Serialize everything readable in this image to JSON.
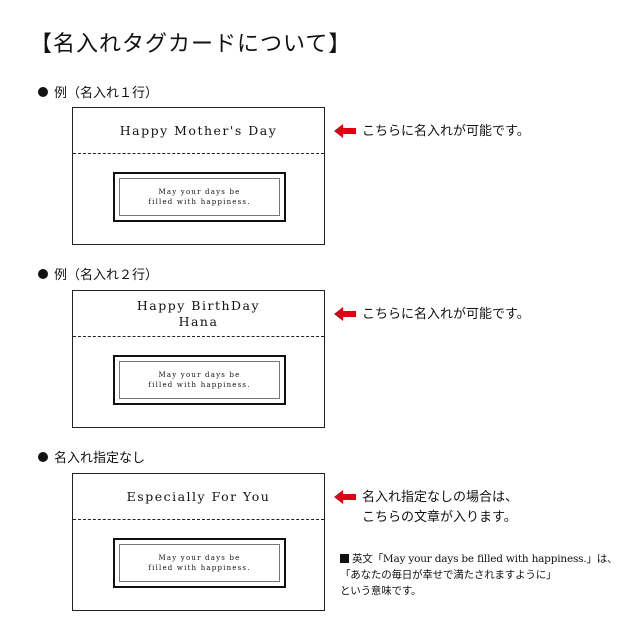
{
  "title": "【名入れタグカードについて】",
  "sections": [
    {
      "label": "例（名入れ１行）",
      "card_lines": [
        "Happy Mother's Day"
      ],
      "inner_lines": [
        "May your days be",
        "filled with happiness."
      ],
      "note_lines": [
        "こちらに名入れが可能です。"
      ]
    },
    {
      "label": "例（名入れ２行）",
      "card_lines": [
        "Happy BirthDay",
        "Hana"
      ],
      "inner_lines": [
        "May your days be",
        "filled with happiness."
      ],
      "note_lines": [
        "こちらに名入れが可能です。"
      ]
    },
    {
      "label": "名入れ指定なし",
      "card_lines": [
        "Especially For You"
      ],
      "inner_lines": [
        "May your days be",
        "filled with happiness."
      ],
      "note_lines": [
        "名入れ指定なしの場合は、",
        "こちらの文章が入ります。"
      ]
    }
  ],
  "description_lines": [
    "英文「May your days be filled with happiness.」は、",
    "「あなたの毎日が幸せで満たされますように」",
    "という意味です。"
  ],
  "colors": {
    "arrow": "#e00012",
    "text": "#111111"
  },
  "icons": {
    "bullet": "black-circle-icon",
    "arrow": "left-arrow-icon",
    "square": "black-square-icon"
  }
}
